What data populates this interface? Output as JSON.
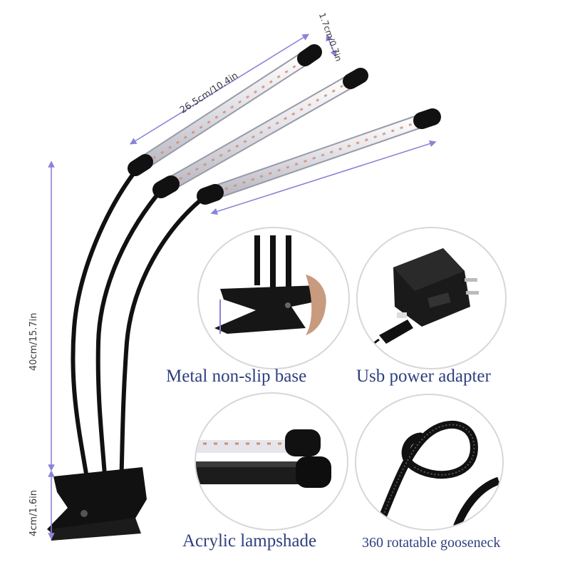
{
  "dimensions": {
    "tube_length": "26.5cm/10.4in",
    "tube_diameter": "1.7cm/0.7in",
    "gooseneck_height": "40cm/15.7in",
    "clip_height": "4cm/1.6in"
  },
  "features": [
    {
      "label": "Metal non-slip base",
      "icon": "metal-clip-base-photo"
    },
    {
      "label": "Usb power adapter",
      "icon": "usb-power-adapter-photo"
    },
    {
      "label": "Acrylic lampshade",
      "icon": "acrylic-lampshade-photo"
    },
    {
      "label": "360 rotatable gooseneck",
      "icon": "gooseneck-loop-photo"
    }
  ],
  "colors": {
    "caption_text": "#2e3f7e",
    "dimension_arrow": "#8a84d6",
    "lamp_black": "#111111",
    "tube_shell": "#e9e9ee"
  }
}
